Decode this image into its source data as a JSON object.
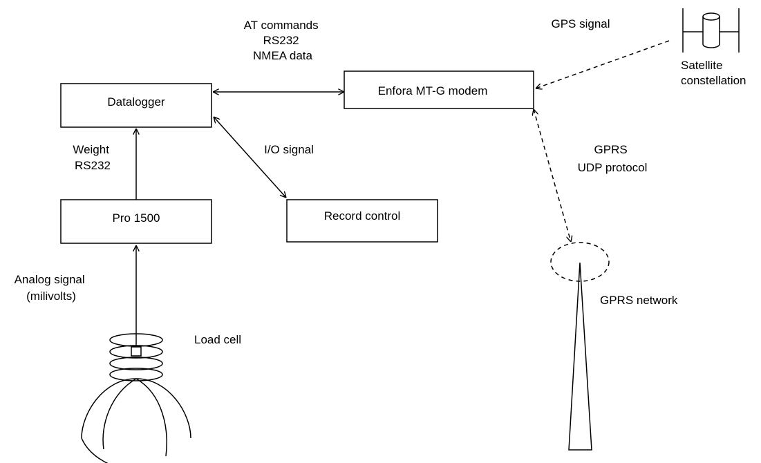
{
  "colors": {
    "stroke": "#000000",
    "background": "#ffffff"
  },
  "nodes": {
    "datalogger": "Datalogger",
    "modem": "Enfora MT-G modem",
    "pro1500": "Pro 1500",
    "record_control": "Record control"
  },
  "labels": {
    "at_commands": [
      "AT commands",
      "RS232",
      "NMEA data"
    ],
    "gps_signal": "GPS signal",
    "satellite": [
      "Satellite",
      "constellation"
    ],
    "weight": [
      "Weight",
      "RS232"
    ],
    "io_signal": "I/O signal",
    "gprs": [
      "GPRS",
      "UDP protocol"
    ],
    "analog": [
      "Analog signal",
      "(milivolts)"
    ],
    "load_cell": "Load cell",
    "gprs_network": "GPRS network"
  },
  "icons": [
    "satellite-icon",
    "gprs-tower-icon",
    "load-cell-icon"
  ]
}
